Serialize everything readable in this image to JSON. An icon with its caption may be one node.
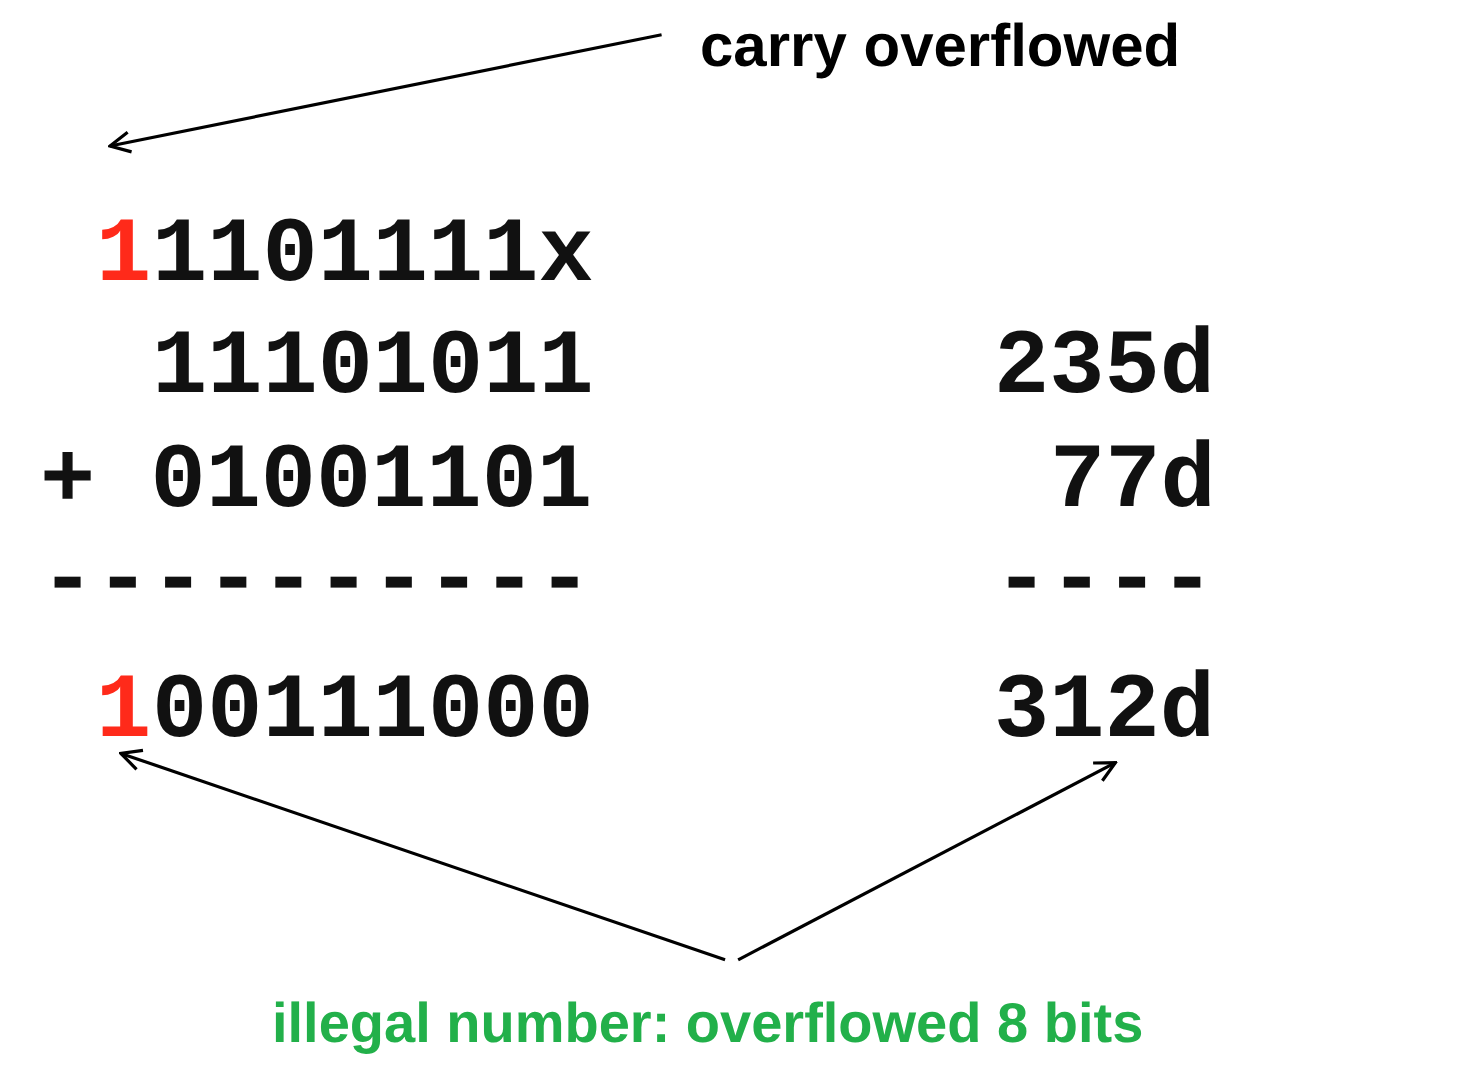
{
  "diagram": {
    "nodes": [
      {
        "text": [
          "carry overflowed"
        ]
      },
      {
        "text": [
          "1"
        ]
      },
      {
        "text": [
          "312d"
        ]
      },
      {
        "text": [
          "illegal number: overflowed 8 bits"
        ]
      }
    ],
    "edges": [
      {
        "from": 0,
        "to": null,
        "arrow": "to"
      },
      {
        "from": 3,
        "to": 1,
        "arrow": "to"
      },
      {
        "from": 3,
        "to": 2,
        "arrow": "to"
      }
    ],
    "labels": [
      "1",
      "1101111x",
      "11101011",
      "235d",
      "+ 01001101",
      "77d",
      "----------",
      "----",
      "00111000"
    ]
  }
}
